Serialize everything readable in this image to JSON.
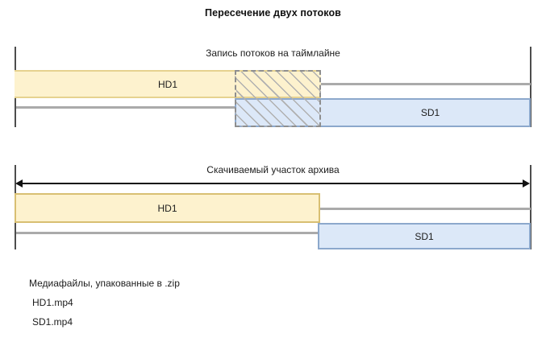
{
  "title": "Пересечение двух потоков",
  "sections": [
    {
      "id": "timeline",
      "label": "Запись потоков на таймлайне",
      "bars": [
        {
          "name": "hd1",
          "label": "HD1",
          "stream": "HD"
        },
        {
          "name": "sd1",
          "label": "SD1",
          "stream": "SD"
        }
      ],
      "overlap": {
        "name": "overlap-region",
        "label": ""
      }
    },
    {
      "id": "archive",
      "label": "Скачиваемый участок архива",
      "bars": [
        {
          "name": "hd1",
          "label": "HD1",
          "stream": "HD"
        },
        {
          "name": "sd1",
          "label": "SD1",
          "stream": "SD"
        }
      ]
    }
  ],
  "footer": {
    "heading": "Медиафайлы, упакованные в .zip",
    "files": [
      "HD1.mp4",
      "SD1.mp4"
    ]
  },
  "colors": {
    "hd_fill": "#fdf2ce",
    "hd_border": "#d8bf72",
    "sd_fill": "#dce8f8",
    "sd_border": "#8ca8cc",
    "track_line": "#aaaaaa",
    "tick": "#4d4d4d",
    "hatch_line": "#b0b0b0",
    "hatch_border": "#8f8f8f",
    "arrow": "#111111",
    "text": "#1c1c1c",
    "background": "#ffffff"
  }
}
